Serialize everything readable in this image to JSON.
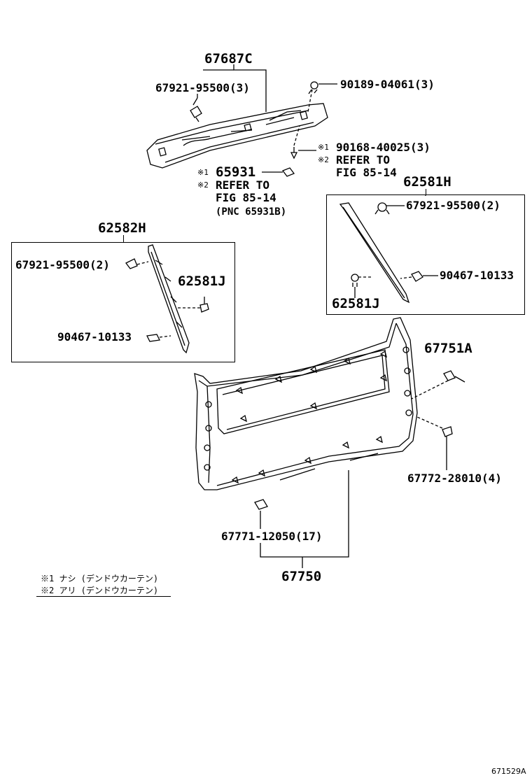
{
  "labels": {
    "p67687C": "67687C",
    "p67921_top": "67921-95500(3)",
    "p90189": "90189-04061(3)",
    "mark1_a": "※1",
    "mark2_a": "※2",
    "p90168": "90168-40025(3)",
    "refer_a": "REFER TO",
    "fig_a": "FIG 85-14",
    "mark1_b": "※1",
    "mark2_b": "※2",
    "p65931": "65931",
    "refer_b": "REFER TO",
    "fig_b": "FIG 85-14",
    "pnc": "(PNC 65931B)",
    "p62581H": "62581H",
    "p67921_r": "67921-95500(2)",
    "p90467_r": "90467-10133",
    "p62581J_r": "62581J",
    "p62582H": "62582H",
    "p67921_l": "67921-95500(2)",
    "p62581J_l": "62581J",
    "p90467_l": "90467-10133",
    "p67751A": "67751A",
    "p67772": "67772-28010(4)",
    "p67771": "67771-12050(17)",
    "p67750": "67750"
  },
  "legend": {
    "note1": "※1 ナシ (デンドウカーテン)",
    "note2": "※2 アリ (デンドウカーテン)"
  },
  "figure_id": "671529A"
}
